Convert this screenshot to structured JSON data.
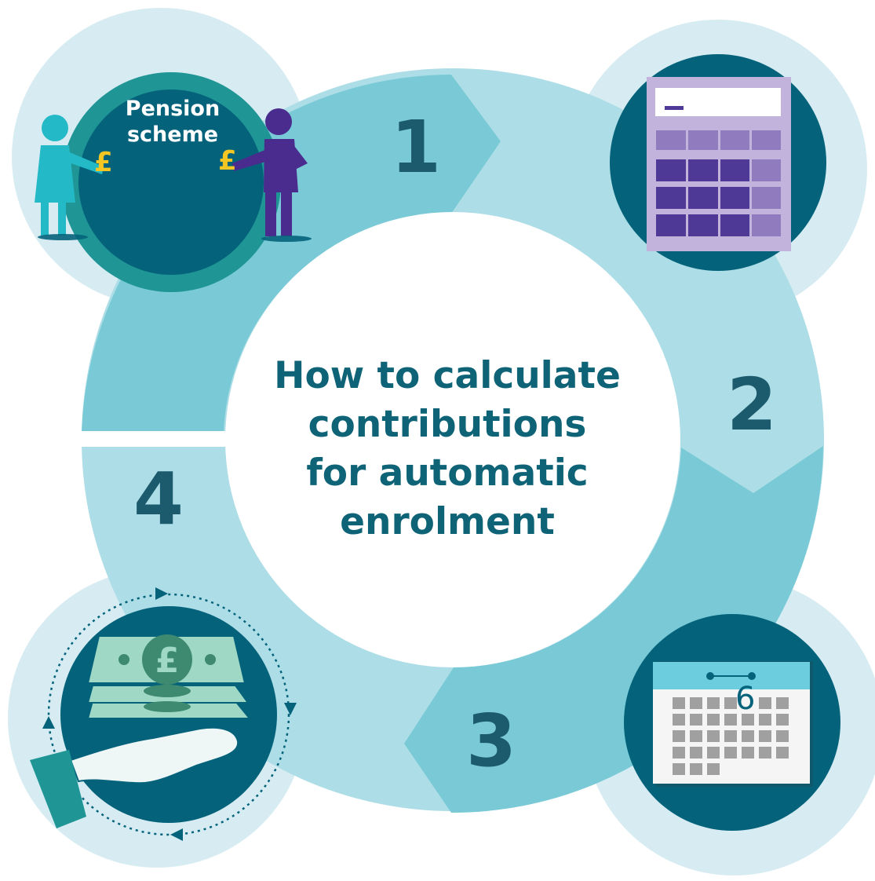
{
  "title": {
    "lines": [
      "How to calculate",
      "contributions",
      "for automatic",
      "enrolment"
    ]
  },
  "steps": [
    {
      "number": "1",
      "icon": "pension-scheme-icon"
    },
    {
      "number": "2",
      "icon": "calculator-icon"
    },
    {
      "number": "3",
      "icon": "calendar-icon"
    },
    {
      "number": "4",
      "icon": "money-hand-icon"
    }
  ],
  "pension": {
    "label_line1": "Pension",
    "label_line2": "scheme",
    "currency_symbol": "£"
  },
  "calendar": {
    "day": "6"
  },
  "colors": {
    "ring_light": "#addde6",
    "ring_mid": "#79cad6",
    "outer_circle": "#d7ecf2",
    "icon_dark": "#04637b",
    "number_text": "#1c5b6d",
    "title_text": "#0e6377",
    "calculator_purple": "#4e3a96",
    "pound_gold": "#f4c623"
  }
}
